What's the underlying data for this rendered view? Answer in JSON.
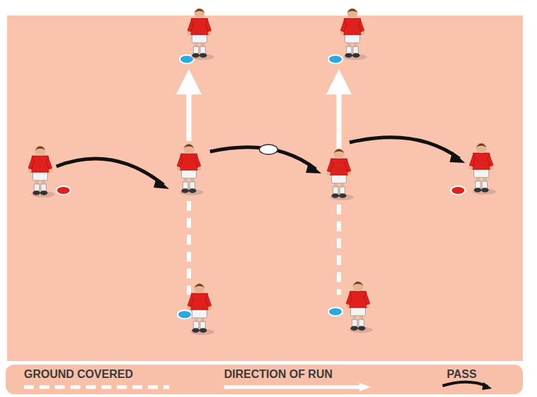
{
  "diagram": {
    "legend": [
      {
        "text": "GROUND COVERED"
      },
      {
        "text": "DIRECTION OF RUN"
      },
      {
        "text": "PASS"
      }
    ]
  }
}
